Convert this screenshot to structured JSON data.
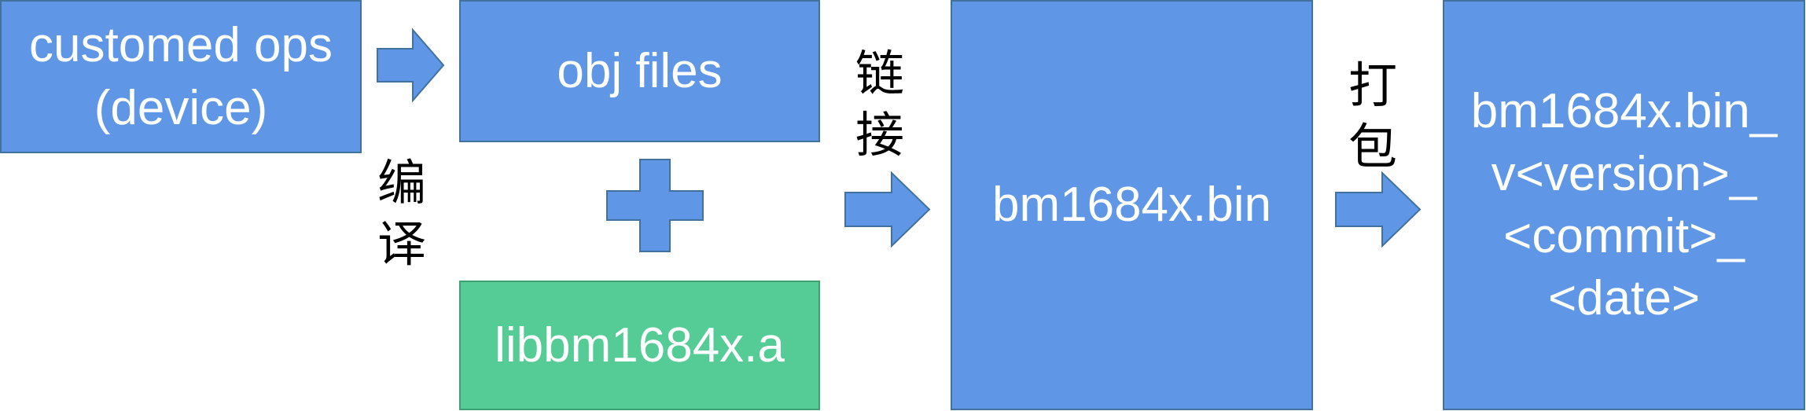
{
  "colors": {
    "box_fill": "#5f96e6",
    "box_border": "#41719c",
    "lib_fill": "#55cc96",
    "lib_border": "#3f9e72",
    "text": "#ffffff",
    "label_text": "#000000"
  },
  "nodes": {
    "customed_ops": "customed ops\n(device)",
    "obj_files": "obj files",
    "libbm1684x": "libbm1684x.a",
    "bm1684x_bin": "bm1684x.bin",
    "bm1684x_bin_versioned": "bm1684x.bin_\nv<version>_\n<commit>_\n<date>"
  },
  "edges": {
    "compile_label": "编\n译",
    "link_label": "链\n接",
    "pack_label": "打\n包"
  },
  "icons": {
    "arrow": "right-arrow-icon",
    "plus": "plus-icon"
  }
}
